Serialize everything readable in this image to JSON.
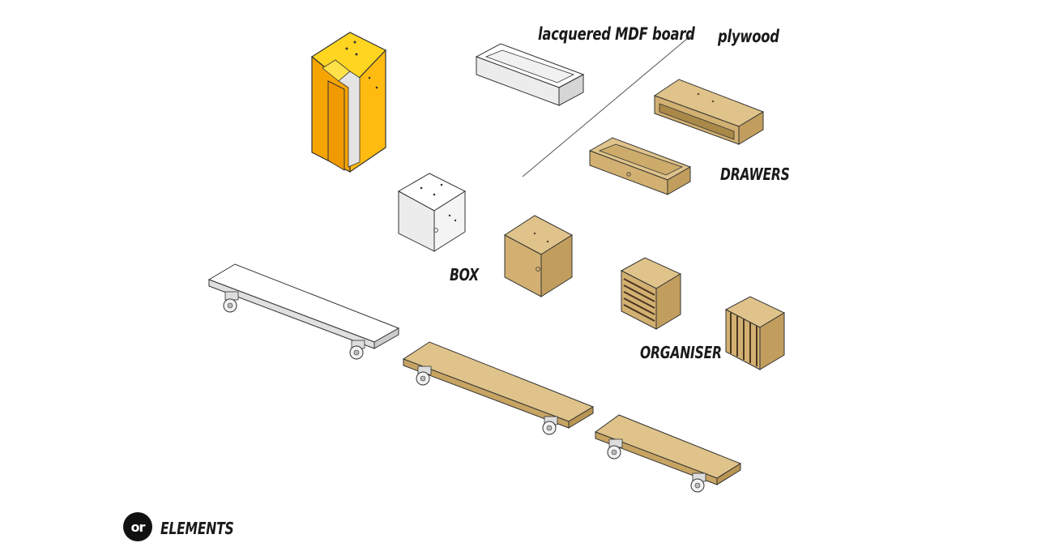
{
  "labels": {
    "lacquered": "lacquered MDF board",
    "plywood": "plywood",
    "drawers": "DRAWERS",
    "box": "BOX",
    "organiser": "ORGANISER",
    "elements": "ELEMENTS"
  },
  "logo": {
    "text": "or"
  },
  "colors": {
    "plywood_top": "#dfc38a",
    "plywood_front": "#d2b071",
    "plywood_side": "#c29e5e",
    "mdf_light": "#ffffff",
    "mdf_mid": "#ececec",
    "mdf_dark": "#d6d6d6",
    "yellow_front": "#f5a400",
    "yellow_side": "#ffbb10",
    "yellow_top": "#ffd520",
    "stroke": "#333333"
  }
}
